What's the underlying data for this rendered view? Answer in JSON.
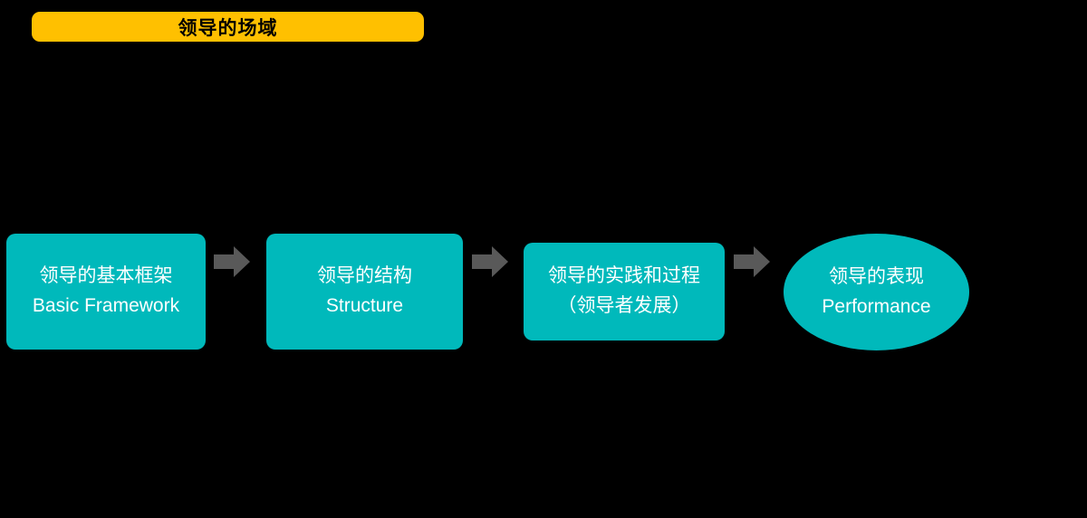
{
  "banner": {
    "label": "领导的场域"
  },
  "flow": {
    "nodes": [
      {
        "line1": "领导的基本框架",
        "line2": "Basic Framework"
      },
      {
        "line1": "领导的结构",
        "line2": "Structure"
      },
      {
        "line1": "领导的实践和过程",
        "line2": "（领导者发展）"
      },
      {
        "line1": "领导的表现",
        "line2": "Performance"
      }
    ],
    "arrow_count": 3
  },
  "colors": {
    "background": "#000000",
    "node_fill": "#00b9bb",
    "node_text": "#ffffff",
    "banner_fill": "#ffc000",
    "banner_text": "#000000",
    "arrow_fill": "#595959"
  }
}
